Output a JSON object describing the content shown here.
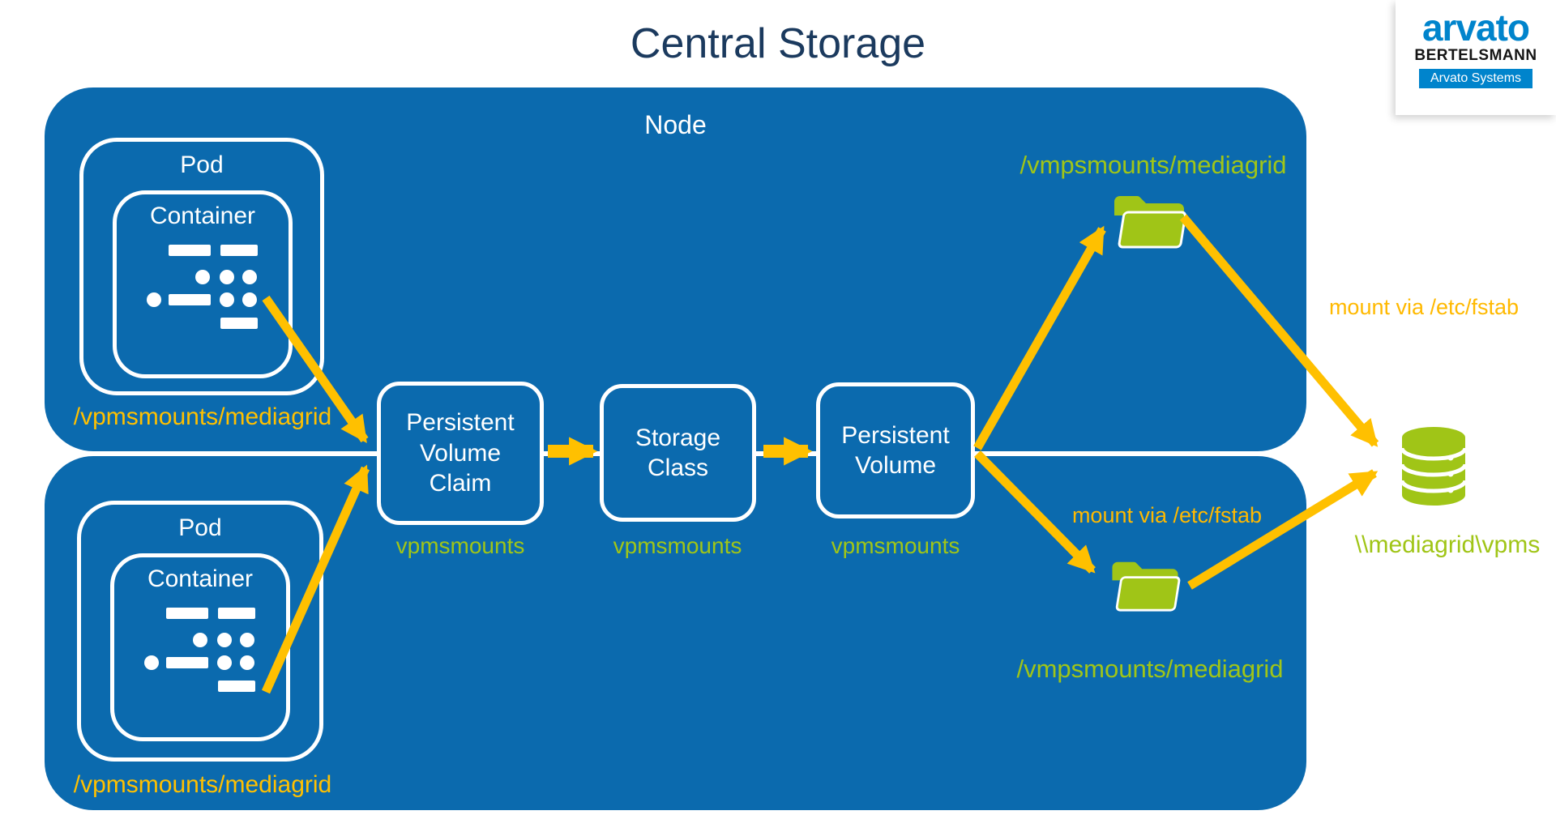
{
  "title": "Central Storage",
  "logo": {
    "brand": "arvato",
    "group": "BERTELSMANN",
    "subsidiary": "Arvato Systems"
  },
  "node": {
    "label": "Node"
  },
  "pods": [
    {
      "label": "Pod",
      "container_label": "Container",
      "mount_path": "/vpmsmounts/mediagrid"
    },
    {
      "label": "Pod",
      "container_label": "Container",
      "mount_path": "/vpmsmounts/mediagrid"
    }
  ],
  "pipeline": [
    {
      "label": "Persistent Volume Claim",
      "name": "vpmsmounts"
    },
    {
      "label": "Storage Class",
      "name": "vpmsmounts"
    },
    {
      "label": "Persistent Volume",
      "name": "vpmsmounts"
    }
  ],
  "mounts": {
    "top": {
      "path": "/vmpsmounts/mediagrid",
      "note": "mount via /etc/fstab"
    },
    "bottom": {
      "path": "/vmpsmounts/mediagrid",
      "note": "mount via /etc/fstab"
    },
    "target_share": "\\\\mediagrid\\vpms"
  },
  "colors": {
    "node_blue": "#0B6AAE",
    "accent_gold": "#FFC000",
    "mount_text_orange": "#FFB900",
    "lime_green": "#A0C517",
    "title_navy": "#1B3A5E",
    "logo_blue": "#0084CC"
  }
}
